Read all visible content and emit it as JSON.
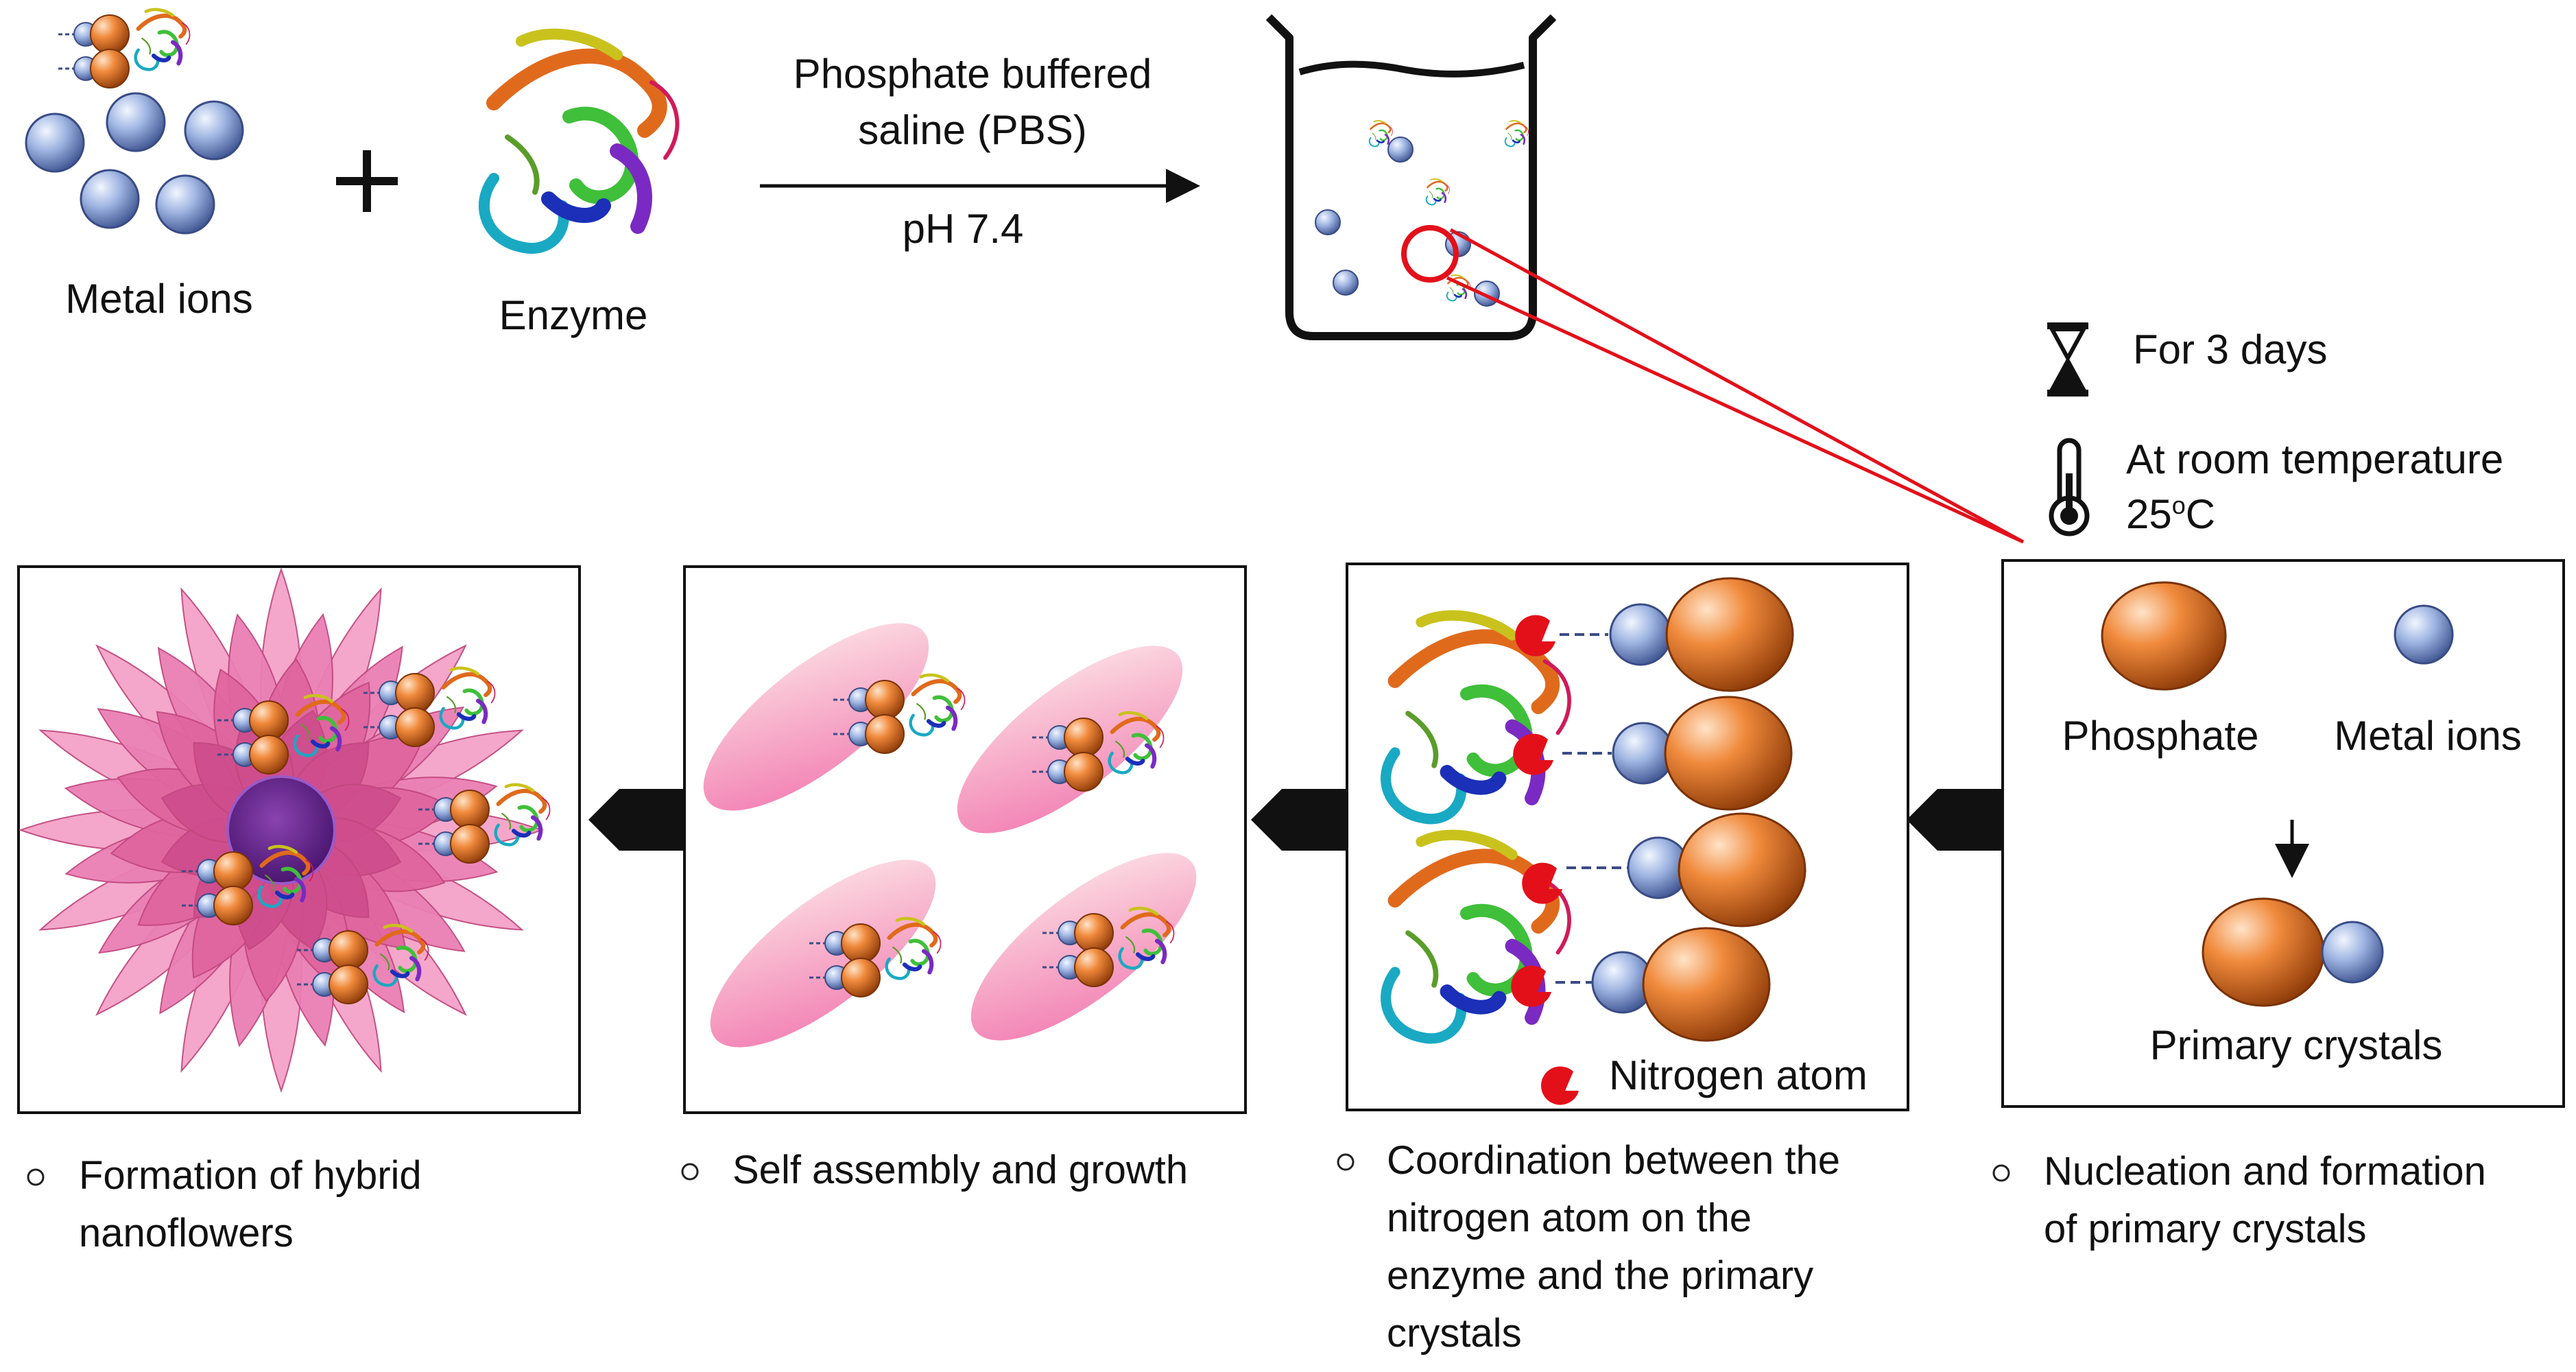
{
  "colors": {
    "metal_ion": "#8fa7d8",
    "phosphate": "#e07a2e",
    "nitrogen_atom": "#e3101a",
    "petal": "#e66aa5",
    "core": "#6b2a8f",
    "lens": "#e3101a"
  },
  "top": {
    "metal_ions_label": "Metal ions",
    "enzyme_label": "Enzyme",
    "plus_sign": "+",
    "reaction_medium_line1": "Phosphate buffered",
    "reaction_medium_line2": "saline (PBS)",
    "reaction_ph": "pH 7.4"
  },
  "conditions": {
    "duration_icon": "hourglass-icon",
    "duration": "For 3 days",
    "temperature_icon": "thermometer-icon",
    "temperature_line1": "At room temperature",
    "temperature_value": "25",
    "temperature_unit_sup": "o",
    "temperature_unit": "C"
  },
  "panels": {
    "nucleation": {
      "phosphate_label": "Phosphate",
      "metal_ions_label": "Metal ions",
      "primary_crystals_label": "Primary crystals",
      "caption_line1": "Nucleation and formation",
      "caption_line2": "of primary crystals"
    },
    "coordination": {
      "legend_label": "Nitrogen atom",
      "caption_line1": "Coordination between the",
      "caption_line2": "nitrogen atom on the",
      "caption_line3": "enzyme and the primary",
      "caption_line4": "crystals"
    },
    "self_assembly": {
      "caption_line1": "Self assembly and growth"
    },
    "nanoflower": {
      "caption_line1": "Formation of hybrid",
      "caption_line2": "nanoflowers"
    }
  }
}
